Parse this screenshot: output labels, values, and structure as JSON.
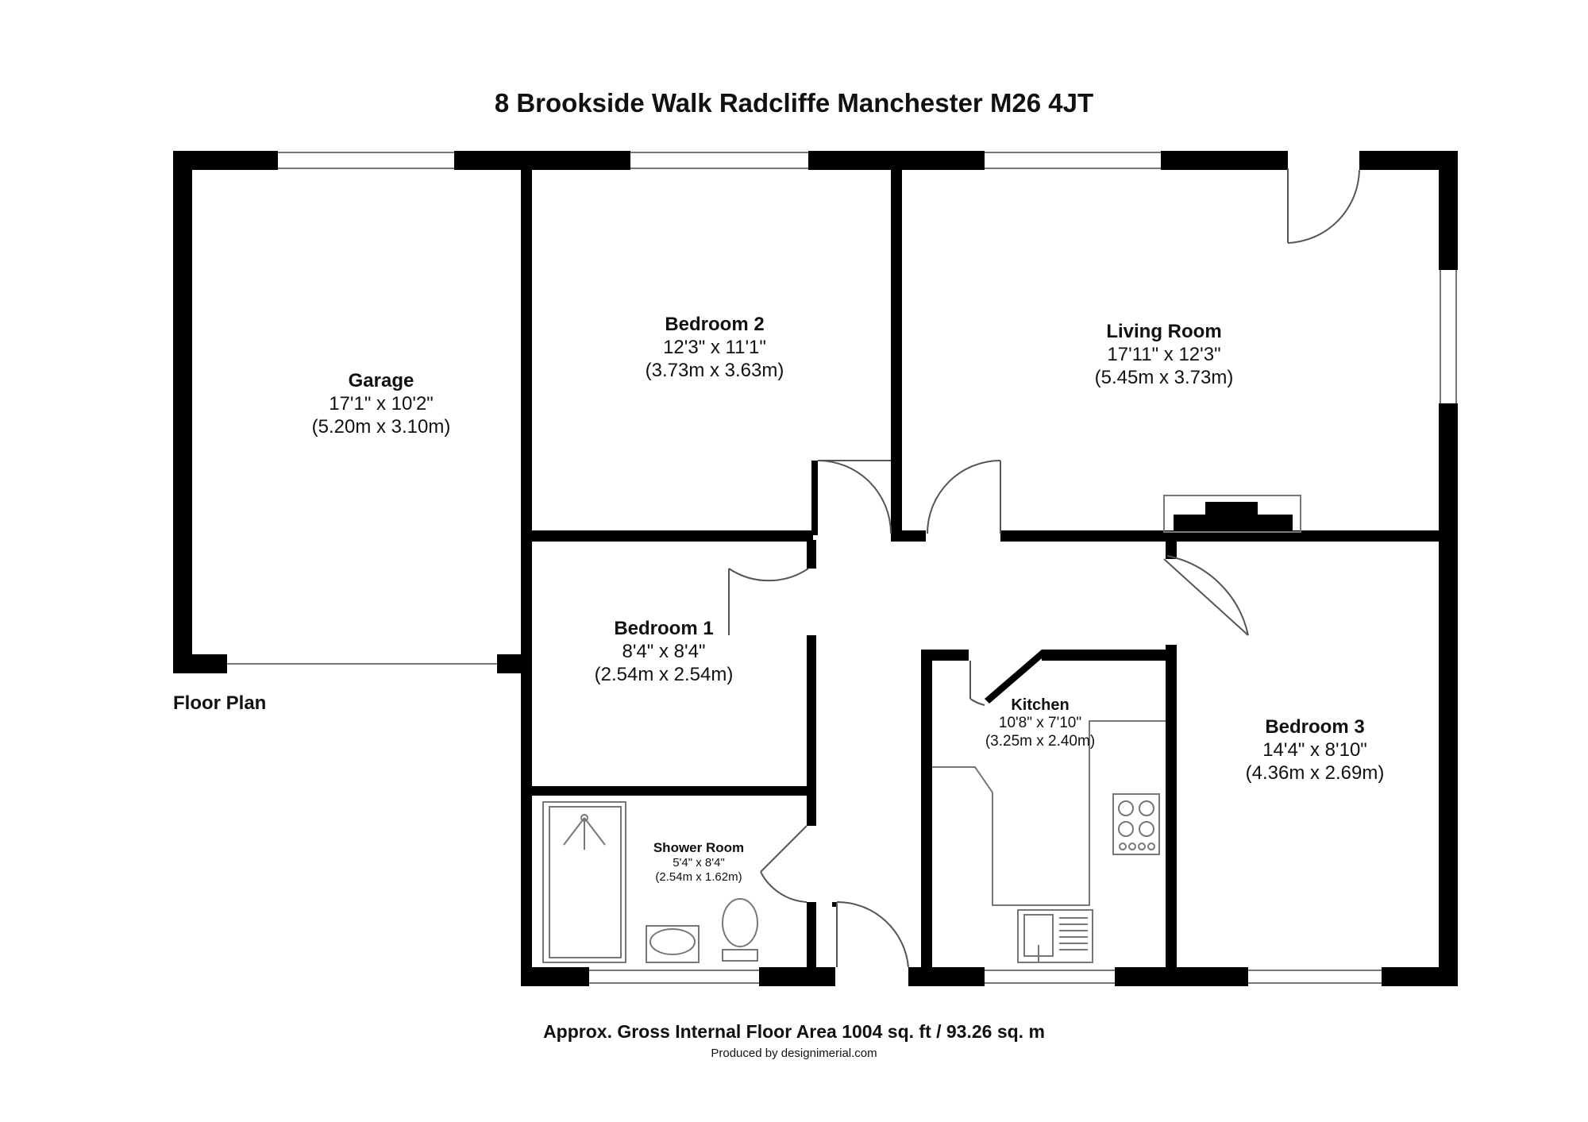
{
  "title": "8 Brookside Walk Radcliffe Manchester M26 4JT",
  "floor_label": "Floor Plan",
  "rooms": {
    "garage": {
      "name": "Garage",
      "imperial": "17'1\" x 10'2\"",
      "metric": "(5.20m x 3.10m)"
    },
    "bedroom2": {
      "name": "Bedroom 2",
      "imperial": "12'3\" x 11'1\"",
      "metric": "(3.73m x 3.63m)"
    },
    "living_room": {
      "name": "Living Room",
      "imperial": "17'11\" x 12'3\"",
      "metric": "(5.45m x 3.73m)"
    },
    "bedroom1": {
      "name": "Bedroom 1",
      "imperial": "8'4\" x 8'4\"",
      "metric": "(2.54m x 2.54m)"
    },
    "kitchen": {
      "name": "Kitchen",
      "imperial": "10'8\" x 7'10\"",
      "metric": "(3.25m x 2.40m)"
    },
    "bedroom3": {
      "name": "Bedroom 3",
      "imperial": "14'4\" x 8'10\"",
      "metric": "(4.36m x 2.69m)"
    },
    "shower_room": {
      "name": "Shower Room",
      "imperial": "5'4\" x 8'4\"",
      "metric": "(2.54m x 1.62m)"
    }
  },
  "footer": {
    "area": "Approx. Gross Internal Floor Area 1004 sq. ft / 93.26 sq. m",
    "credit": "Produced by designimerial.com"
  },
  "colors": {
    "wall": "#000000",
    "background": "#ffffff",
    "fixture_line": "#777777"
  }
}
